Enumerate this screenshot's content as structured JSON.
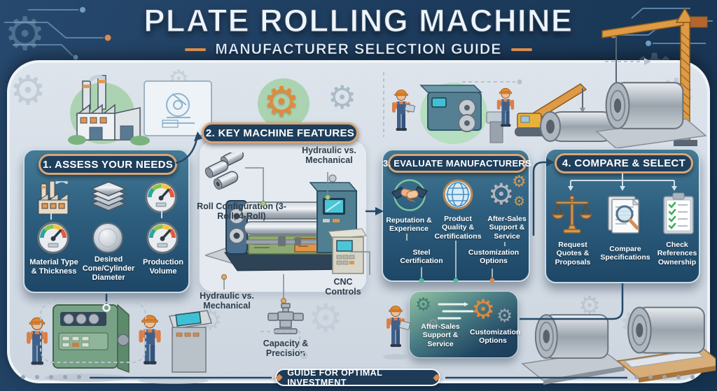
{
  "header": {
    "title": "PLATE ROLLING MACHINE",
    "subtitle": "MANUFACTURER SELECTION GUIDE"
  },
  "step1": {
    "title": "1. ASSESS YOUR NEEDS",
    "items": [
      {
        "icon": "factory-icon",
        "label": "Material Type & Thickness"
      },
      {
        "icon": "plate-stack-icon",
        "label": "Desired Cone/Cylinder Diameter"
      },
      {
        "icon": "gauge-icon",
        "label": "Production Volume"
      }
    ]
  },
  "step2": {
    "title": "2. KEY MACHINE FEATURES",
    "callouts": {
      "roll_configuration": "Roll Configuration (3-Roll, 4-Roll)",
      "hydraulic_top": "Hydraulic vs. Mechanical",
      "hydraulic_bottom": "Hydraulic vs. Mechanical",
      "capacity": "Capacity & Precision",
      "cnc": "CNC Controls"
    }
  },
  "step3": {
    "title": "3. EVALUATE MANUFACTURERS",
    "items": [
      {
        "icon": "handshake-icon",
        "label": "Reputation & Experience"
      },
      {
        "icon": "globe-icon",
        "label": "Product Quality & Certifications"
      },
      {
        "icon": "gears-icon",
        "label": "After-Sales Support & Service"
      }
    ],
    "sub_items": [
      "Steel Certification",
      "Customization Options"
    ]
  },
  "step4": {
    "title": "4. COMPARE & SELECT",
    "items": [
      {
        "icon": "balance-scale-icon",
        "label": "Request Quotes & Proposals"
      },
      {
        "icon": "document-magnifier-icon",
        "label": "Compare Specifications"
      },
      {
        "icon": "checklist-icon",
        "label": "Check References Ownership"
      }
    ]
  },
  "service_card": {
    "items": [
      "After-Sales Support & Service",
      "Customization Options"
    ]
  },
  "footer": {
    "banner": "GUIDE FOR OPTIMAL INVESTMENT"
  },
  "glyphs": {
    "gear": "⚙"
  },
  "colors": {
    "navy": "#1e3a56",
    "card_top": "#457b96",
    "card_bottom": "#1e4767",
    "pill_border": "#d8a577",
    "accent_orange": "#dd8c44",
    "green_circle": "#abd3b1",
    "panel": "#d6dee6"
  }
}
